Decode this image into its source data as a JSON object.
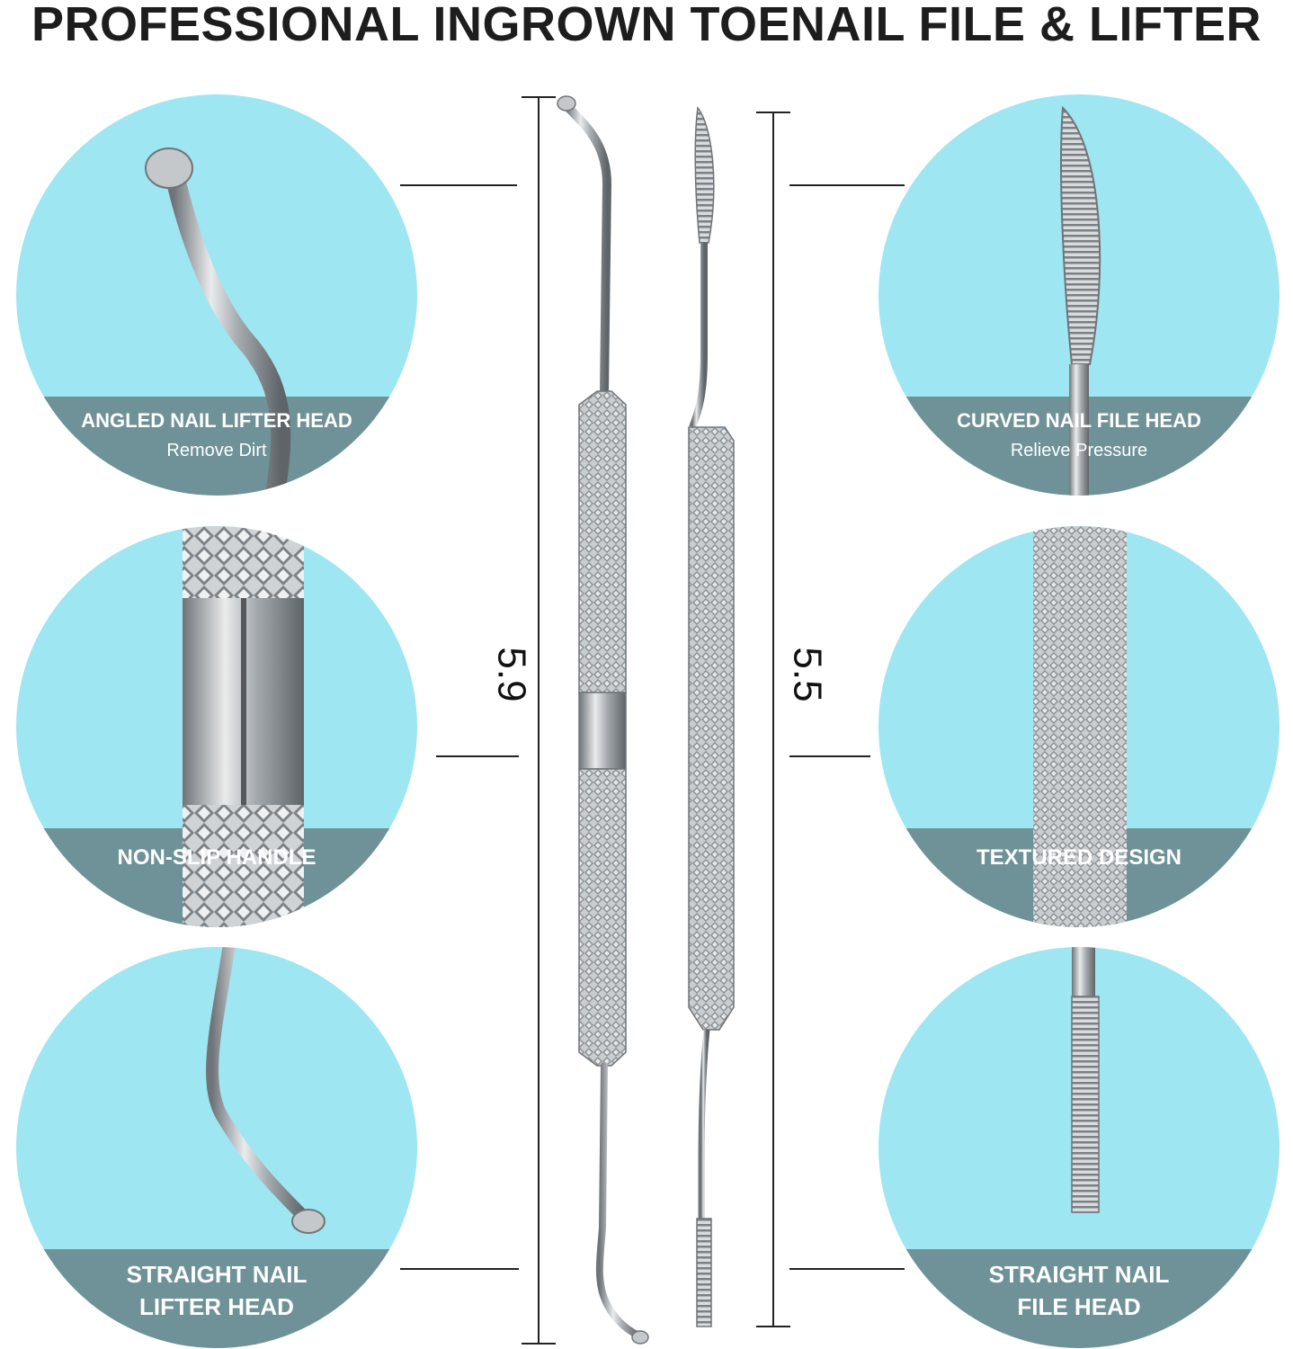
{
  "title": "PROFESSIONAL INGROWN TOENAIL FILE & LIFTER",
  "colors": {
    "circle_bg": "#9ee6f2",
    "band": "#6e9297",
    "metal": "#b8bcbf",
    "text_dark": "#1d1d1d"
  },
  "left_features": [
    {
      "name": "ANGLED NAIL LIFTER HEAD",
      "sub": "Remove Dirt"
    },
    {
      "name": "NON-SLIP HANDLE",
      "sub": ""
    },
    {
      "name_line1": "STRAIGHT NAIL",
      "name_line2": "LIFTER HEAD"
    }
  ],
  "right_features": [
    {
      "name": "CURVED NAIL FILE HEAD",
      "sub": "Relieve Pressure"
    },
    {
      "name": "TEXTURED DESIGN",
      "sub": ""
    },
    {
      "name_line1": "STRAIGHT NAIL",
      "name_line2": "FILE HEAD"
    }
  ],
  "dimensions": {
    "lifter_length": "5.9",
    "file_length": "5.5"
  }
}
